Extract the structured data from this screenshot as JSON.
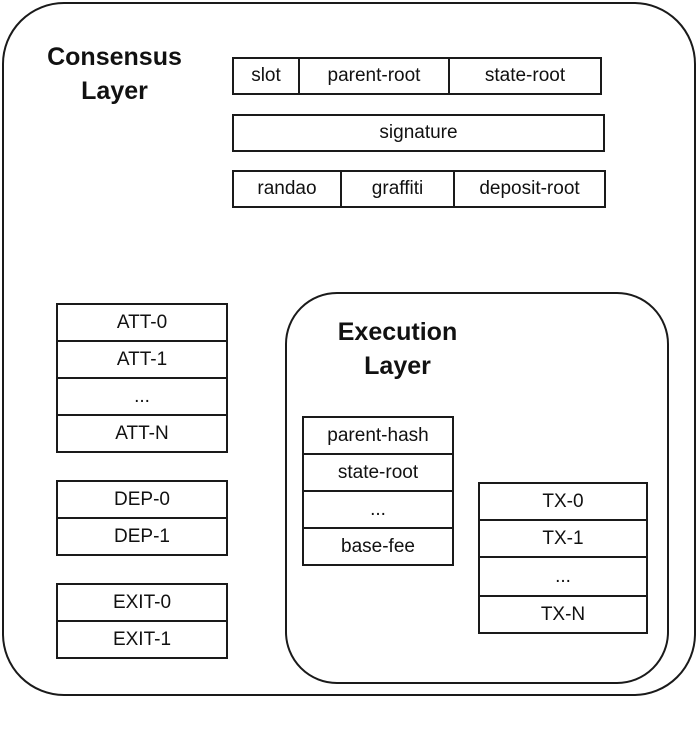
{
  "consensus_layer": {
    "title": "Consensus\nLayer",
    "header_row_1": [
      "slot",
      "parent-root",
      "state-root"
    ],
    "header_row_2": [
      "signature"
    ],
    "header_row_3": [
      "randao",
      "graffiti",
      "deposit-root"
    ],
    "attestations": [
      "ATT-0",
      "ATT-1",
      "...",
      "ATT-N"
    ],
    "deposits": [
      "DEP-0",
      "DEP-1"
    ],
    "exits": [
      "EXIT-0",
      "EXIT-1"
    ]
  },
  "execution_layer": {
    "title": "Execution\nLayer",
    "header": [
      "parent-hash",
      "state-root",
      "...",
      "base-fee"
    ],
    "transactions": [
      "TX-0",
      "TX-1",
      "...",
      "TX-N"
    ]
  }
}
